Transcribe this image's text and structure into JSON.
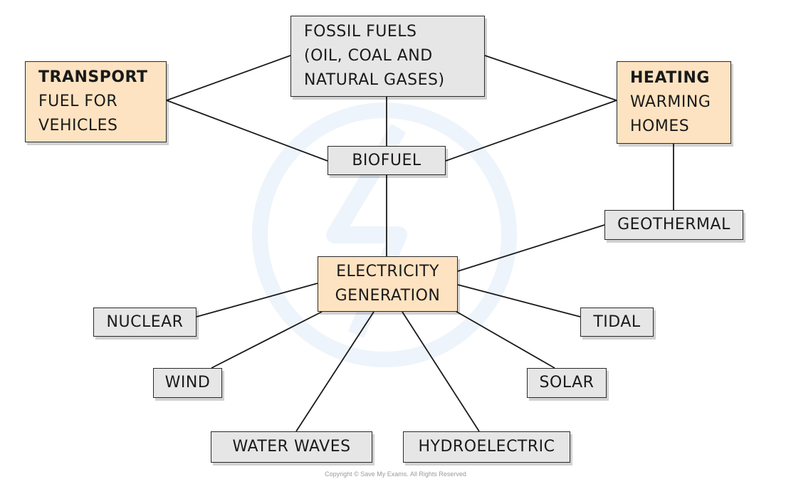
{
  "boxes": {
    "fossil_fuels": {
      "lines": [
        "FOSSIL FUELS",
        "(OIL, COAL AND",
        "NATURAL GASES)"
      ]
    },
    "transport": {
      "title": "TRANSPORT",
      "lines": [
        "FUEL FOR",
        "VEHICLES"
      ]
    },
    "heating": {
      "title": "HEATING",
      "lines": [
        "WARMING",
        "HOMES"
      ]
    },
    "biofuel": {
      "label": "BIOFUEL"
    },
    "geothermal": {
      "label": "GEOTHERMAL"
    },
    "electricity": {
      "lines": [
        "ELECTRICITY",
        "GENERATION"
      ]
    },
    "nuclear": {
      "label": "NUCLEAR"
    },
    "tidal": {
      "label": "TIDAL"
    },
    "wind": {
      "label": "WIND"
    },
    "solar": {
      "label": "SOLAR"
    },
    "water_waves": {
      "label": "WATER WAVES"
    },
    "hydroelectric": {
      "label": "HYDROELECTRIC"
    }
  },
  "copyright": "Copyright © Save My Exams. All Rights Reserved",
  "colors": {
    "grey_box": "#e6e6e6",
    "orange_box": "#fde3c1",
    "line": "#1a1a1a"
  }
}
